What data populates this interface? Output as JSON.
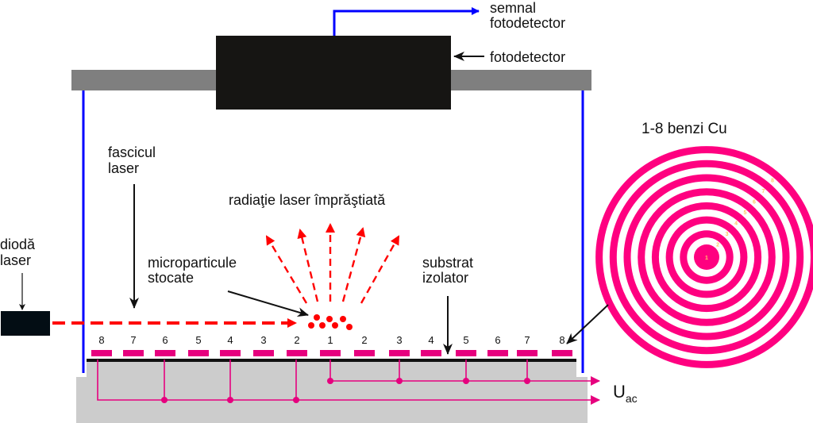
{
  "labels": {
    "signal": [
      "semnal",
      "fotodetector"
    ],
    "detector": "fotodetector",
    "bands_title": "1-8 benzi Cu",
    "beam": [
      "fascicul",
      "laser"
    ],
    "scattered": "radiaţie laser împrăştiată",
    "diode": [
      "diodă",
      "laser"
    ],
    "particles": [
      "microparticule",
      "stocate"
    ],
    "substrate": [
      "substrat",
      "izolator"
    ],
    "voltage_main": "U",
    "voltage_sub": "ac"
  },
  "electrodes": [
    "8",
    "7",
    "6",
    "5",
    "4",
    "3",
    "2",
    "1",
    "2",
    "3",
    "4",
    "5",
    "6",
    "7",
    "8"
  ],
  "ring_numbers": [
    "1",
    "2",
    "3",
    "4",
    "5",
    "6",
    "7",
    "8"
  ],
  "colors": {
    "electrode": "#e6007e",
    "ring": "#ff0080",
    "laser": "#ff0000",
    "wall": "#0000ff",
    "support": "#7f7f7f",
    "detector": "#161513",
    "base": "#cccccc",
    "ring_number": "#ffc966"
  }
}
